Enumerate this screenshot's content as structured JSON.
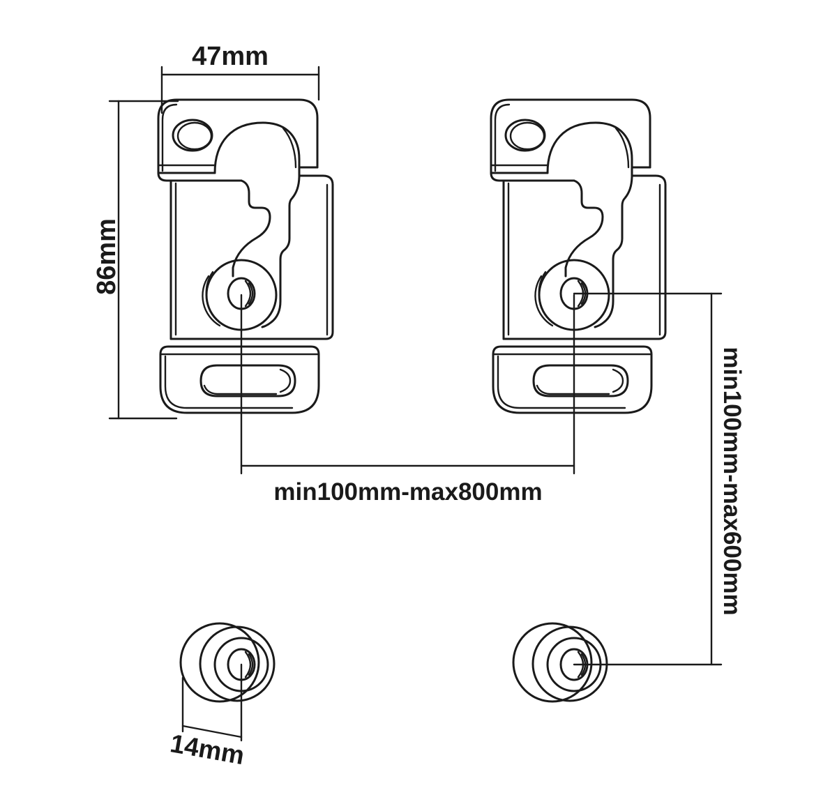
{
  "diagram": {
    "description": "Technical line drawing of two TV wall-mount brackets with keyhole slots, washers and two cylindrical spacers, annotated with dimension lines",
    "background": "#ffffff",
    "line_color": "#1a1a1a",
    "labels": {
      "bracket_width": "47mm",
      "bracket_height": "86mm",
      "horizontal_hole_range": "min100mm-max800mm",
      "vertical_hole_range": "min100mm-max600mm",
      "spacer_width": "14mm"
    },
    "parts": {
      "wall_brackets_count": 2,
      "spacers_count": 2
    }
  }
}
